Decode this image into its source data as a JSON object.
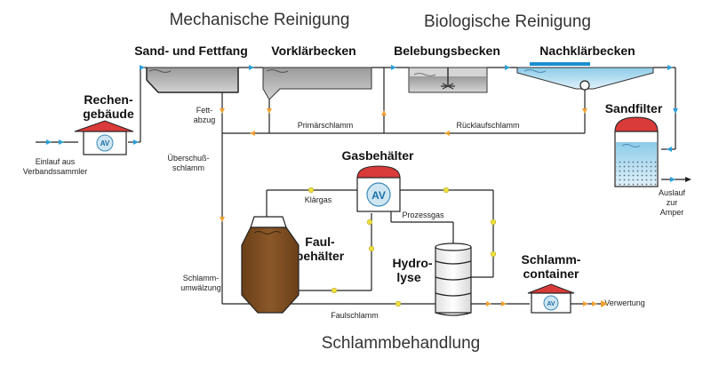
{
  "sections": {
    "mechanical": "Mechanische Reinigung",
    "biological": "Biologische Reinigung",
    "sludge": "Schlammbehandlung"
  },
  "units": {
    "sand_fat": "Sand- und Fettfang",
    "pre_clarifier": "Vorklärbecken",
    "aeration": "Belebungsbecken",
    "post_clarifier": "Nachklärbecken",
    "sand_filter": "Sandfilter",
    "screen_line1": "Rechen-",
    "screen_line2": "gebäude",
    "gas_holder": "Gasbehälter",
    "digester_line1": "Faul-",
    "digester_line2": "behälter",
    "hydrolysis_line1": "Hydro-",
    "hydrolysis_line2": "lyse",
    "container_line1": "Schlamm-",
    "container_line2": "container"
  },
  "streams": {
    "inflow_line1": "Einlauf aus",
    "inflow_line2": "Verbandssammler",
    "fat_line1": "Fett-",
    "fat_line2": "abzug",
    "primary_sludge": "Primärschlamm",
    "return_sludge": "Rücklaufschlamm",
    "excess_line1": "Überschuß-",
    "excess_line2": "schlamm",
    "sewage_gas": "Klärgas",
    "process_gas": "Prozessgas",
    "circulation_line1": "Schlamm-",
    "circulation_line2": "umwälzung",
    "digested_sludge": "Faulschlamm",
    "outflow_line1": "Auslauf",
    "outflow_line2": "zur",
    "outflow_line3": "Amper",
    "utilization": "Verwertung"
  },
  "logo_text": "AV",
  "colors": {
    "water_arrow": "#2a9fd8",
    "sludge_arrow": "#f0a030",
    "gas_dot": "#f0e040",
    "roof": "#d93a3a",
    "water": "#a8d8ee",
    "sludge": "#7a4a20",
    "tank_grey": "#b5b5b5",
    "blue_bar": "#1a8fd0"
  }
}
